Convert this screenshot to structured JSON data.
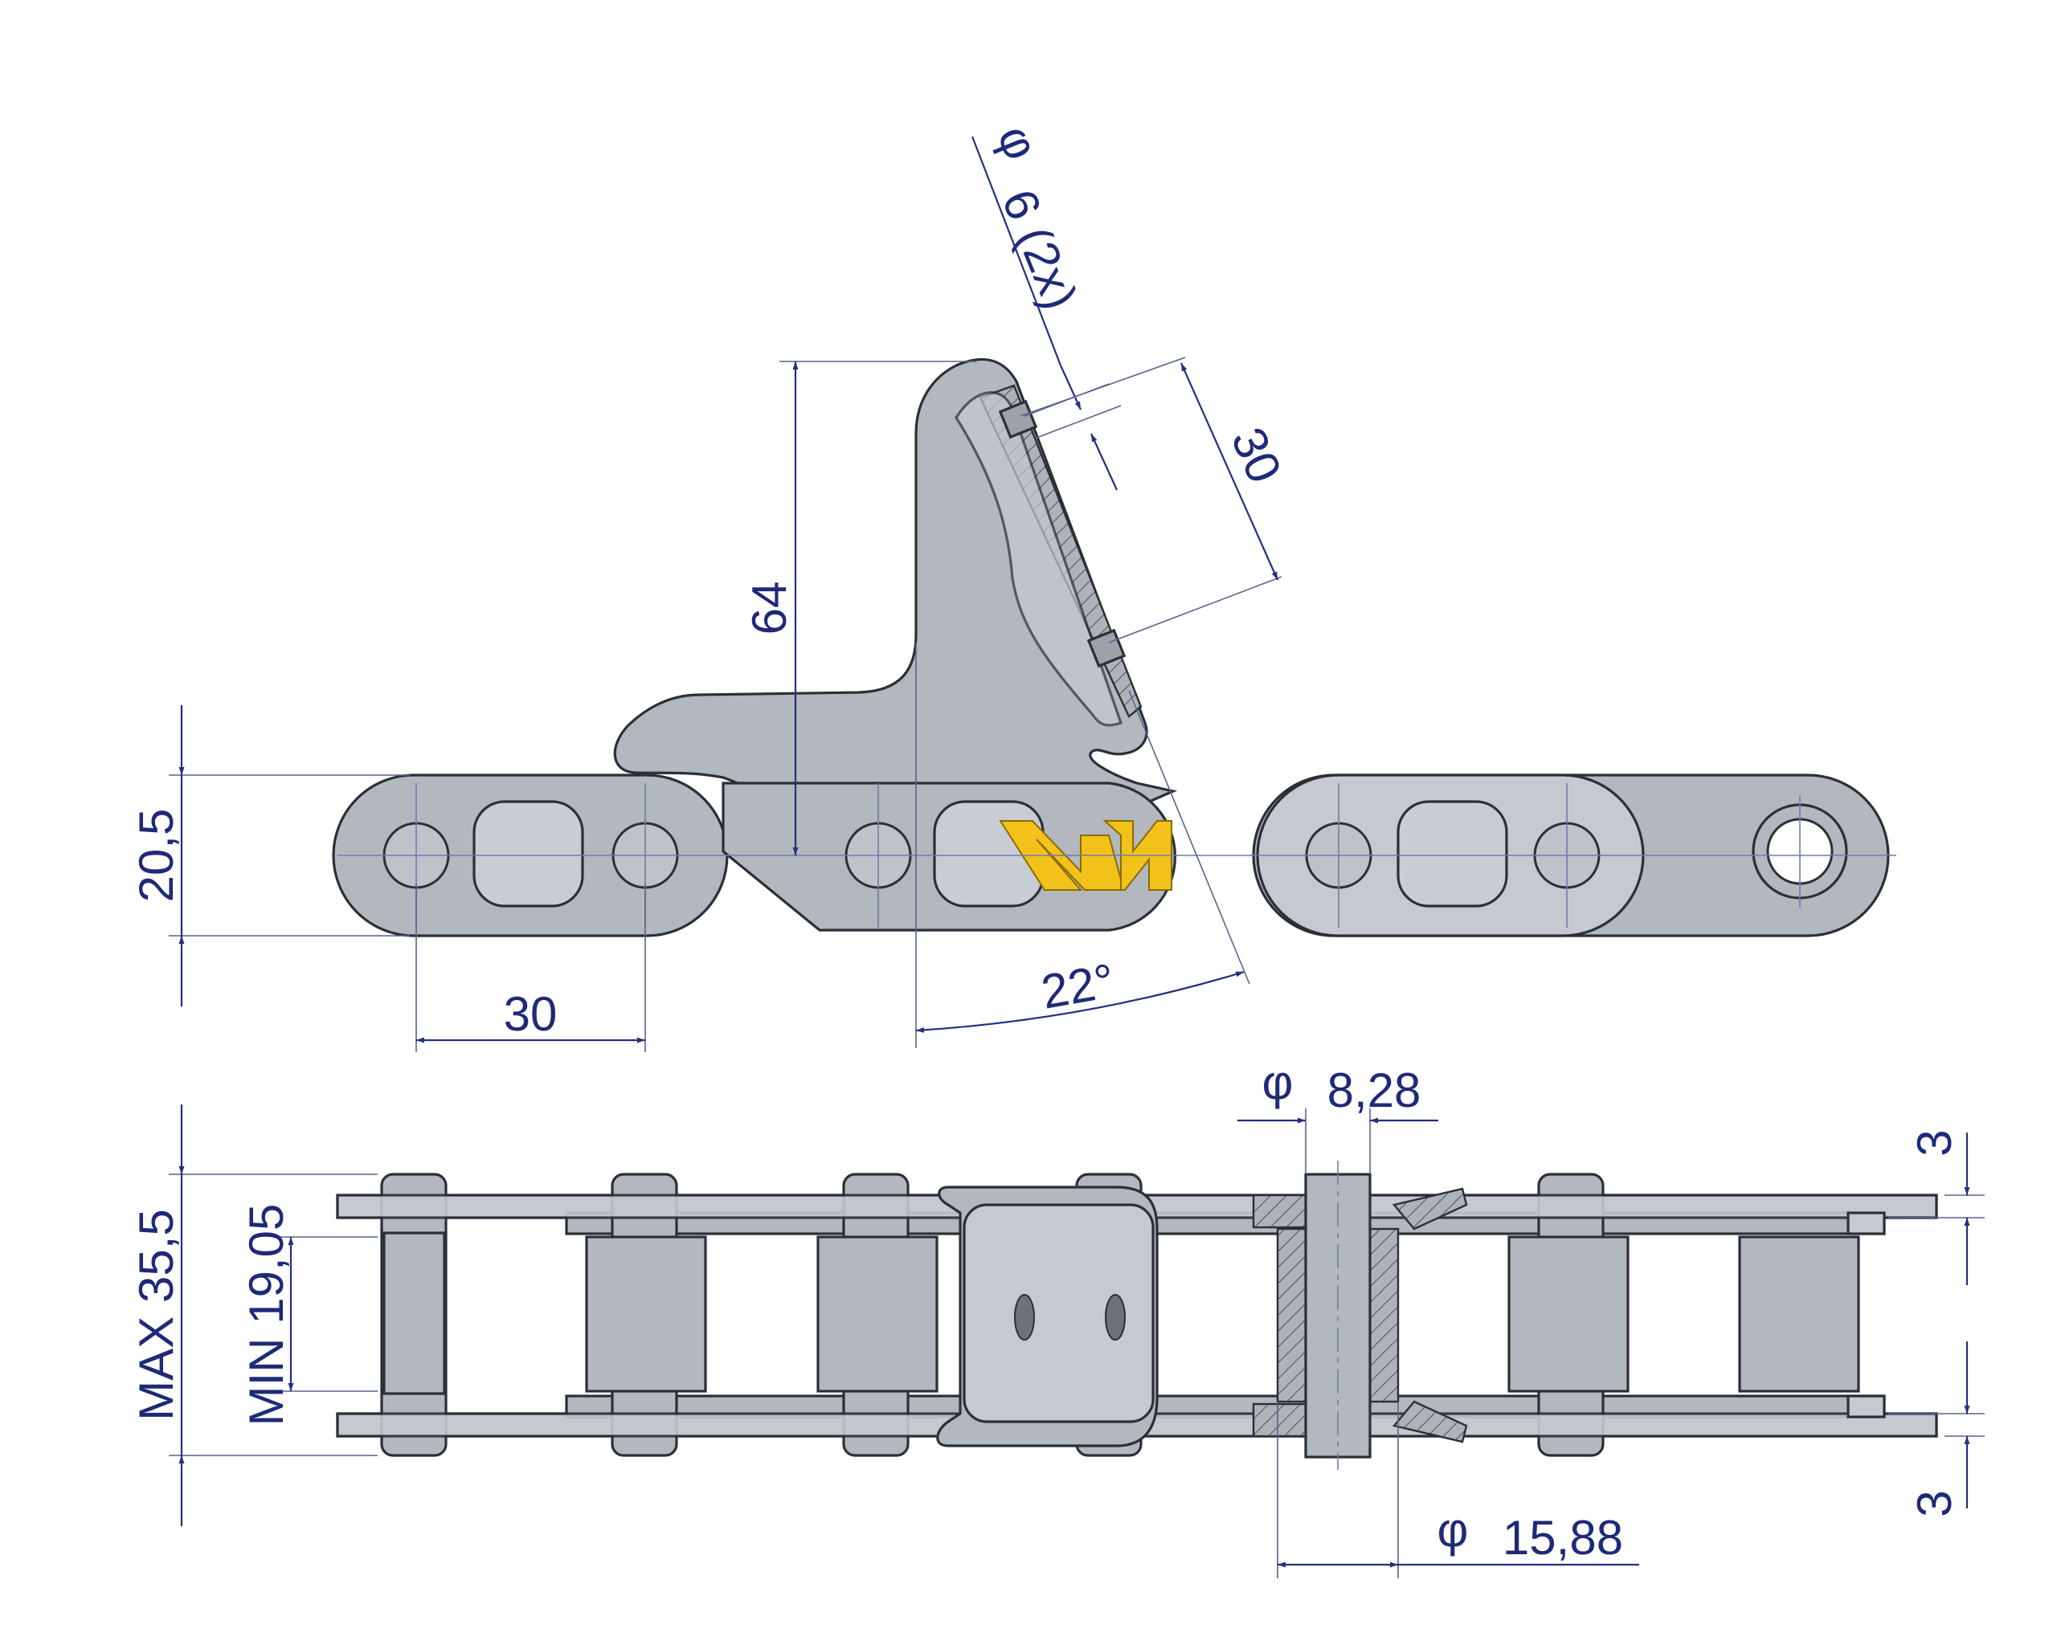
{
  "drawing": {
    "dimensions": {
      "hole_diameter": {
        "symbol": "φ",
        "value": "6 (2x)"
      },
      "hole_spacing": "30",
      "attachment_height": "64",
      "link_height": "20,5",
      "pitch": "30",
      "angle": "22°",
      "pin_diameter": {
        "symbol": "φ",
        "value": "8,28"
      },
      "roller_diameter": {
        "symbol": "φ",
        "value": "15,88"
      },
      "max_width": "MAX 35,5",
      "min_inner_width": "MIN 19,05",
      "plate_thickness_top": "3",
      "plate_thickness_bottom": "3"
    },
    "colors": {
      "dimension": "#1e2a78",
      "part": "#b3b7be",
      "logo": "#f2c21b",
      "background": "#ffffff"
    },
    "logo": {
      "icon": "zigzag-logo-icon"
    }
  }
}
